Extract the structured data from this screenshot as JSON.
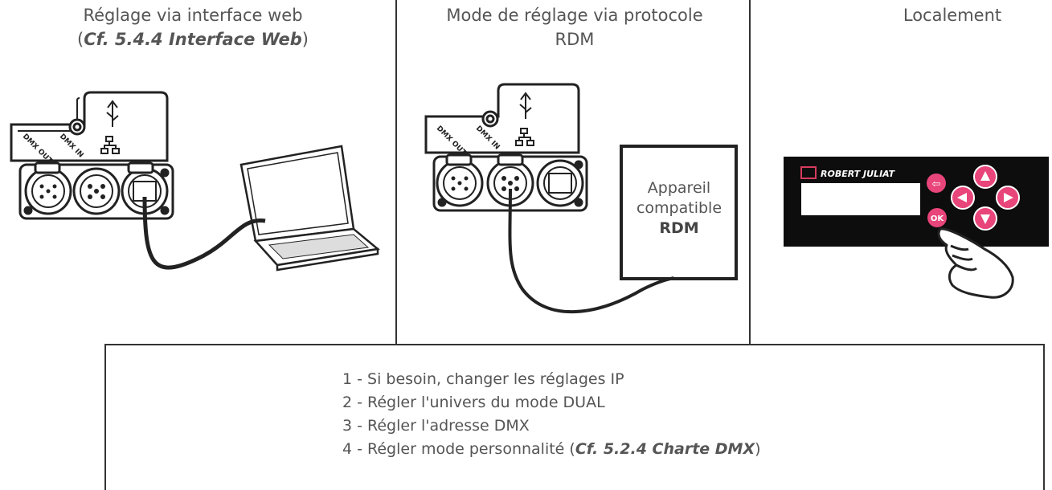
{
  "columns": [
    {
      "title_line1": "Réglage via interface web",
      "title_paren_open": "(",
      "title_ref": "Cf. 5.4.4 Interface Web",
      "title_paren_close": ")"
    },
    {
      "title_line1": "Mode de réglage via protocole",
      "title_line2": "RDM",
      "device_line1": "Appareil",
      "device_line2": "compatible",
      "device_line3": "RDM"
    },
    {
      "title_line1": "Localement",
      "brand": "ROBERT JULIAT",
      "ok_label": "OK"
    }
  ],
  "panel_labels": {
    "dmx_out": "DMX OUT",
    "dmx_in": "DMX IN"
  },
  "steps": [
    {
      "text": "1 - Si besoin, changer les réglages IP"
    },
    {
      "text": "2 - Régler l'univers du mode DUAL"
    },
    {
      "text": "3 - Régler l'adresse DMX"
    },
    {
      "text_before": "4 - Régler mode personnalité (",
      "ref": "Cf. 5.2.4 Charte DMX",
      "text_after": ")"
    }
  ],
  "colors": {
    "line": "#333333",
    "text": "#555555",
    "control_panel": "#0d0d0d",
    "button_pink": "#e8457a",
    "brand_red": "#d63b5e"
  }
}
